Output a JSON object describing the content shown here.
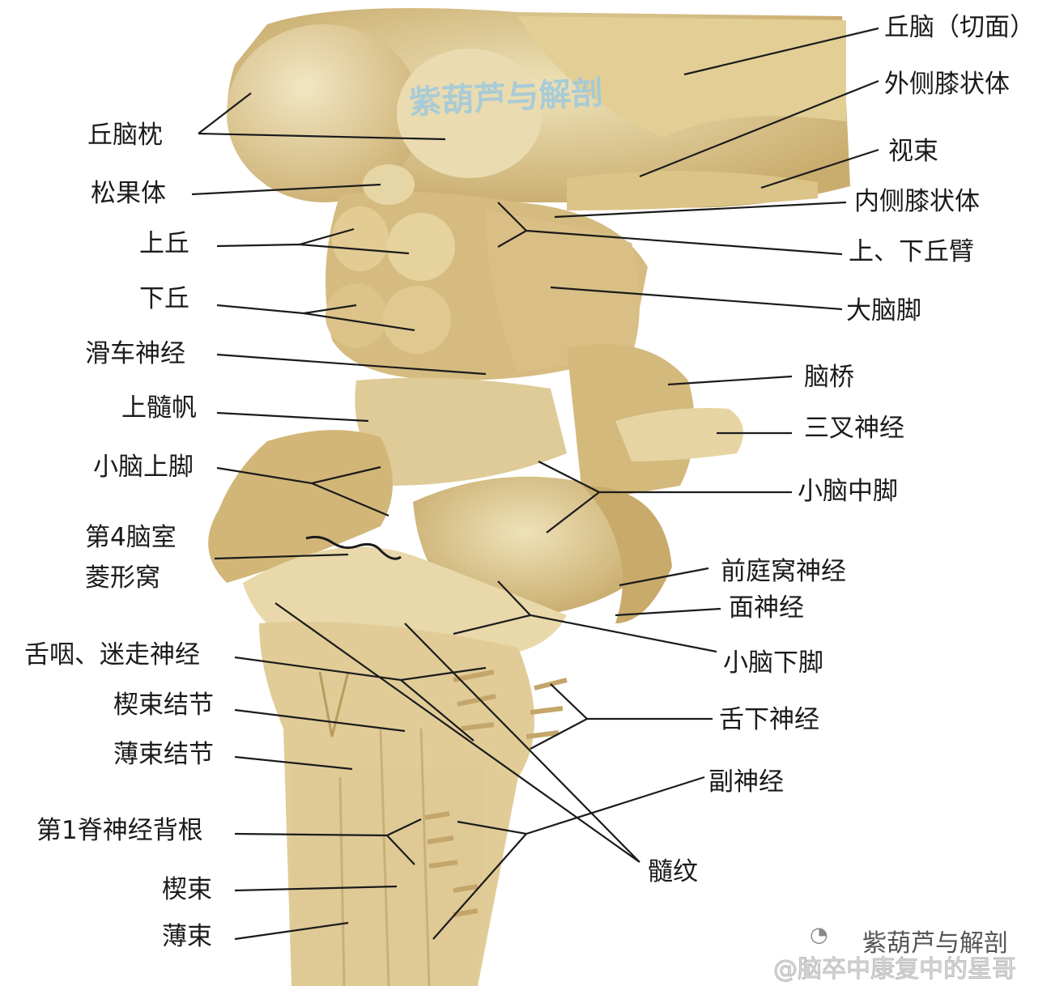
{
  "watermarks": {
    "center": "紫葫芦与解剖",
    "brand": "紫葫芦与解剖",
    "handle": "@脑卒中康复中的星哥",
    "icon": "weibo-icon"
  },
  "colors": {
    "tissue": "#d9c08a",
    "tissue_light": "#eadcb0",
    "tissue_dark": "#b89c5e",
    "line": "#1b1b1b"
  },
  "labels_left": [
    "丘脑枕",
    "松果体",
    "上丘",
    "下丘",
    "滑车神经",
    "上髓帆",
    "小脑上脚",
    "第4脑室",
    "菱形窝",
    "舌咽、迷走神经",
    "楔束结节",
    "薄束结节",
    "第1脊神经背根",
    "楔束",
    "薄束"
  ],
  "labels_right": [
    "丘脑（切面）",
    "外侧膝状体",
    "视束",
    "内侧膝状体",
    "上、下丘臂",
    "大脑脚",
    "脑桥",
    "三叉神经",
    "小脑中脚",
    "前庭窝神经",
    "面神经",
    "小脑下脚",
    "舌下神经",
    "副神经",
    "髓纹"
  ]
}
